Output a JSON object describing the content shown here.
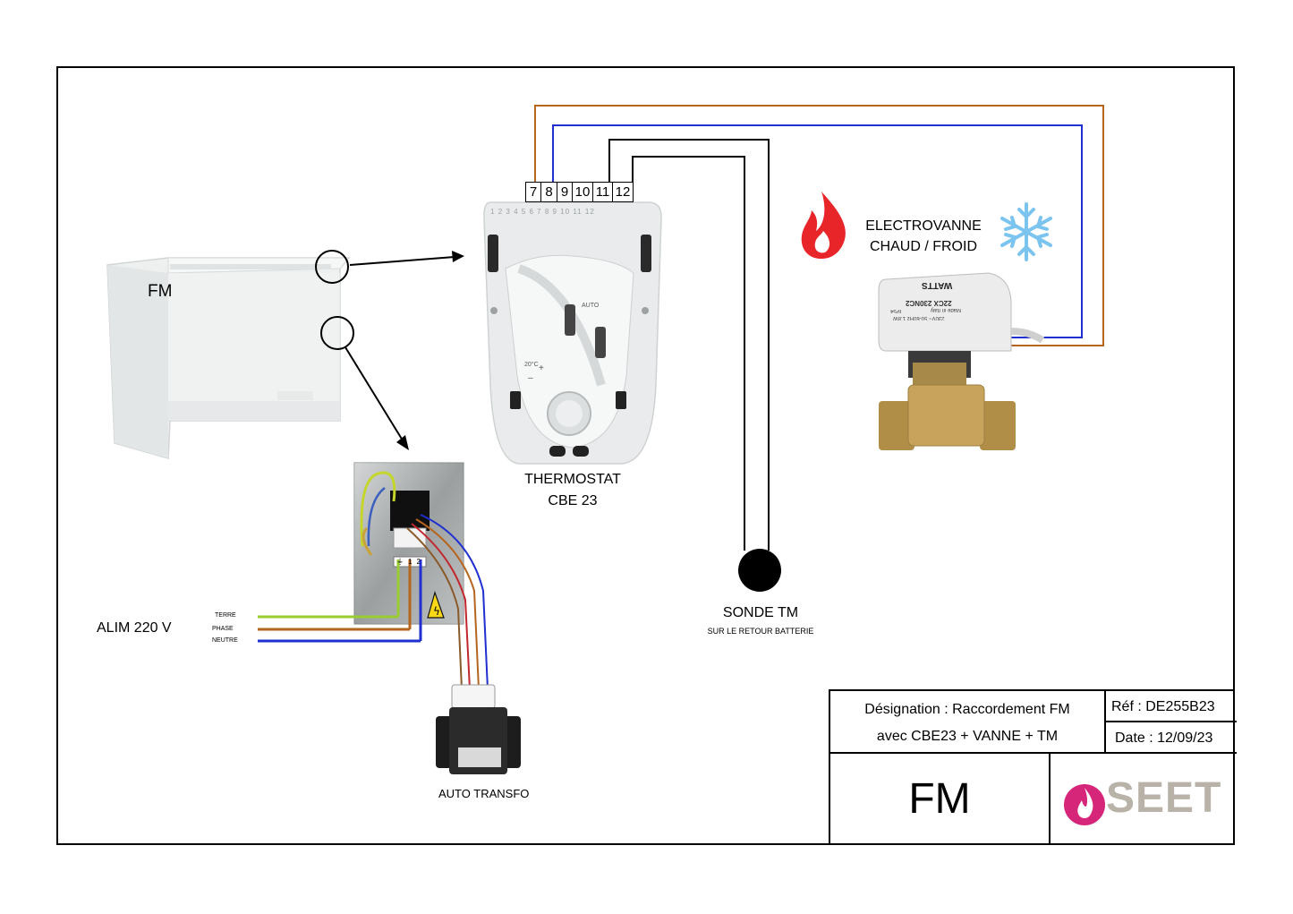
{
  "fan_unit": {
    "label": "FM"
  },
  "thermostat": {
    "title_line1": "THERMOSTAT",
    "title_line2": "CBE 23",
    "terminals": [
      "7",
      "8",
      "9",
      "10",
      "11",
      "12"
    ],
    "face_numbers": [
      "1",
      "2",
      "3",
      "4",
      "5",
      "6",
      "7",
      "8",
      "9",
      "10",
      "11",
      "12"
    ],
    "mode_auto": "AUTO",
    "temp_mark": "20°C",
    "plus": "+",
    "minus": "–"
  },
  "valve": {
    "title_line1": "ELECTROVANNE",
    "title_line2": "CHAUD / FROID",
    "brand": "WATTS",
    "model": "22CX 230NC2",
    "spec1": "IP54",
    "spec2": "230V~ 50-60Hz 1.8W",
    "origin": "Made in Italy"
  },
  "probe": {
    "title": "SONDE TM",
    "subtitle": "SUR LE RETOUR BATTERIE"
  },
  "power": {
    "title": "ALIM 220 V",
    "wire_earth": "TERRE",
    "wire_phase": "PHASE",
    "wire_neutral": "NEUTRE"
  },
  "junction_box": {
    "terminal_labels": [
      "⏚",
      "1",
      "2"
    ]
  },
  "transformer": {
    "label": "AUTO TRANSFO"
  },
  "title_block": {
    "designation_line1": "Désignation : Raccordement FM",
    "designation_line2": "avec CBE23 + VANNE + TM",
    "ref": "Réf :  DE255B23",
    "date": "Date : 12/09/23",
    "product": "FM",
    "company": "SEET"
  },
  "colors": {
    "brown": "#b5651d",
    "blue": "#1f2fd0",
    "black": "#000000",
    "earth_green": "#9acd32",
    "flame_red": "#e8262a",
    "snow_blue": "#7cc4f0",
    "logo_pink": "#d6267a",
    "logo_grey": "#b8b2a8"
  }
}
